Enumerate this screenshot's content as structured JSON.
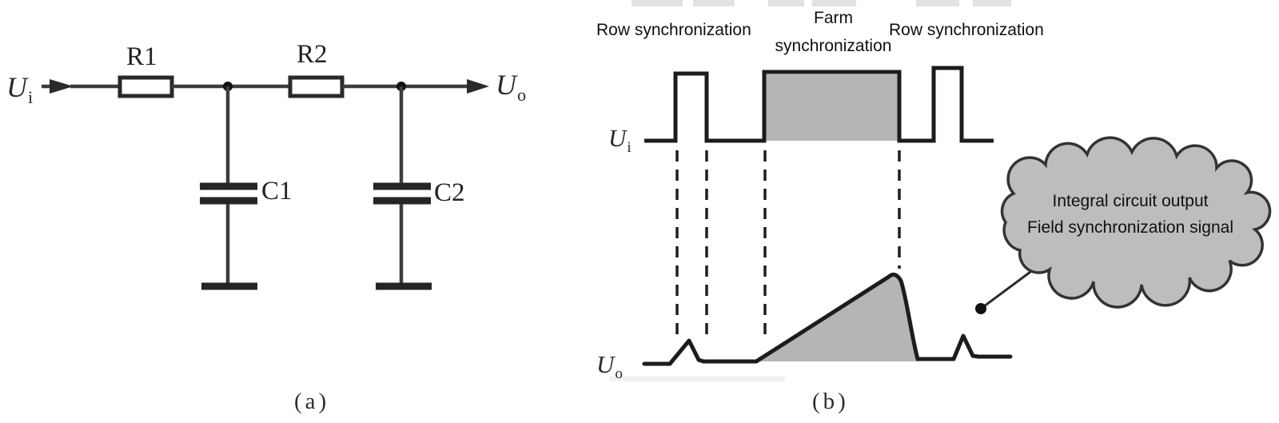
{
  "panel_a": {
    "caption": "(a)",
    "labels": {
      "u_in_base": "U",
      "u_in_sub": "i",
      "u_out_base": "U",
      "u_out_sub": "o",
      "r1": "R1",
      "r2": "R2",
      "c1": "C1",
      "c2": "C2"
    }
  },
  "panel_b": {
    "caption": "(b)",
    "labels": {
      "u_in_base": "U",
      "u_in_sub": "i",
      "u_out_base": "U",
      "u_out_sub": "o",
      "row_sync_left": "Row synchronization",
      "farm_sync_line1": "Farm",
      "farm_sync_line2": "synchronization",
      "row_sync_right": "Row synchronization"
    },
    "cloud_note": {
      "line1": "Integral circuit output",
      "line2": "Field synchronization signal"
    },
    "waveforms": {
      "u_i": {
        "type": "pulse-train",
        "pulses": [
          {
            "name": "row sync pulse (narrow)",
            "filled": false
          },
          {
            "name": "farm/field sync pulse (wide)",
            "filled": true
          },
          {
            "name": "row sync pulse (narrow)",
            "filled": false
          }
        ],
        "dashed_guides_at": [
          "leading edge pulse 1",
          "trailing edge pulse 1",
          "leading edge farm pulse",
          "trailing edge farm pulse"
        ]
      },
      "u_o": {
        "type": "integrated-response",
        "features": [
          "small bump after each narrow row-sync pulse",
          "large shaded ramp rising during wide farm-sync pulse, peaking at its trailing edge, then falling back to baseline"
        ]
      }
    }
  },
  "colors": {
    "circuit_line": "#3d3d3d",
    "waveform_line": "#1c1c1c",
    "pulse_fill": "#b5b5b5",
    "cloud_fill": "#bdbdbd",
    "cloud_outline": "#333333",
    "background": "#ffffff"
  }
}
